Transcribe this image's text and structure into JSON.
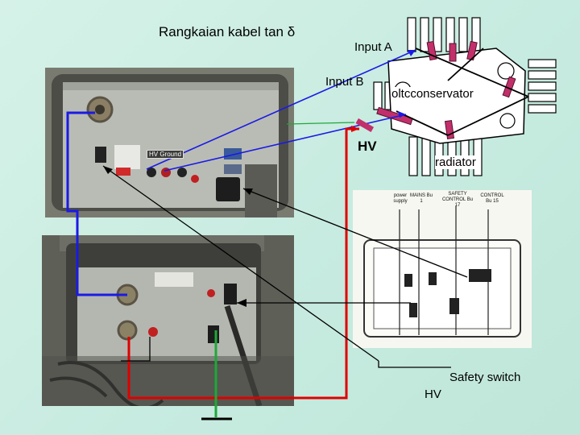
{
  "slide": {
    "title": "Rangkaian kabel tan δ",
    "labels": {
      "input_a": "Input A",
      "input_b": "Input B",
      "hv_top": "HV",
      "oltc_conservator": "oltcconservator",
      "radiator": "radiator",
      "safety_switch": "Safety switch",
      "hv_bottom": "HV",
      "hv_ground": "HV Ground"
    },
    "manual_labels": {
      "power_supply": "power supply",
      "mains": "MAINS Bu 1",
      "safety_control": "SAFETY CONTROL Bu 17",
      "control": "CONTROL Bu 15"
    }
  },
  "colors": {
    "background": "#c9ede1",
    "blue_cable": "#1a1ae6",
    "red_cable": "#e00000",
    "green_cable": "#1fa83a",
    "black_line": "#000000",
    "tank": "#ffffff",
    "bushing": "#c1306a"
  }
}
